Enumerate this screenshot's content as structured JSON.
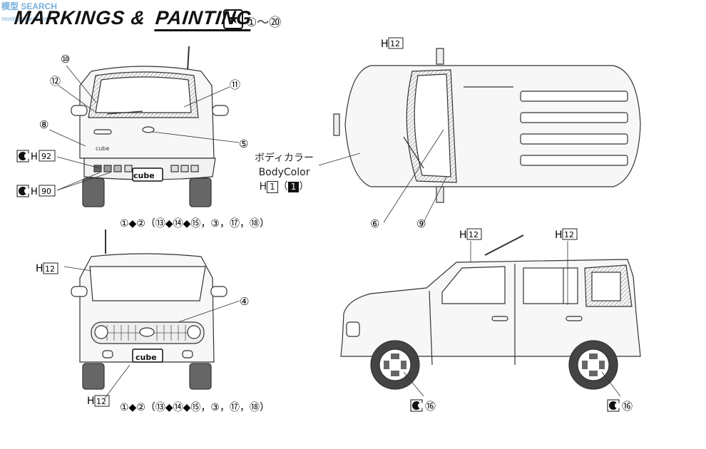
{
  "header": {
    "title_part1": "MARKINGS &",
    "title_part2": "PAINTING",
    "star_glyph": "★",
    "number_range": "①～⑳",
    "watermark": "模型 SEARCH",
    "watermark_url": "moxing.search.com"
  },
  "body_color": {
    "label_jp": "ボディカラー",
    "label_en": "BodyColor",
    "paint_h": "H",
    "paint_h_num": "1",
    "paint_num": "1"
  },
  "paint_codes": {
    "h": "H",
    "h12": "12",
    "h92": "92",
    "h90": "90"
  },
  "callouts": {
    "rear_numbers": [
      "⑩",
      "⑫",
      "⑪",
      "⑧",
      "⑤"
    ],
    "rear_row": "①◆②（⑬◆⑭◆⑮，③，⑰，⑱）",
    "front_row": "①◆②（⑬◆⑭◆⑮，③，⑰，⑱）",
    "front_number": "④",
    "top_numbers": [
      "⑥",
      "⑨"
    ],
    "side_wheel": "⑯",
    "side_wheel_2": "⑯"
  },
  "badges": {
    "cube": "cube",
    "cube_small": "cube"
  }
}
